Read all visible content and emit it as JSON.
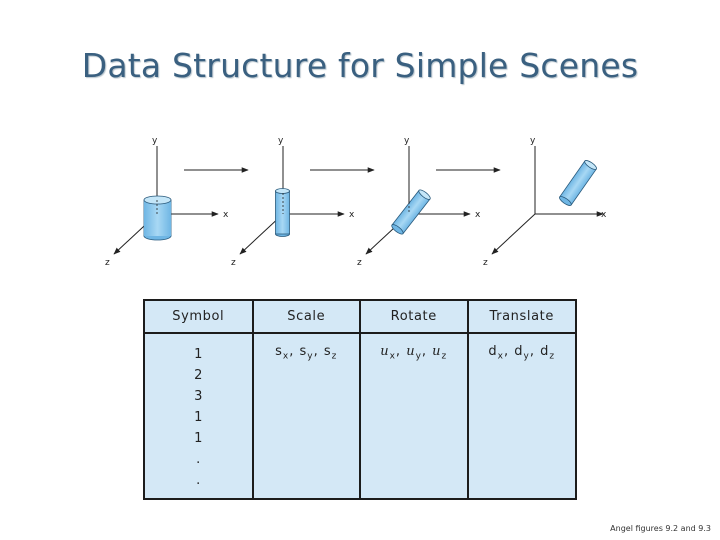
{
  "slide": {
    "title": "Data Structure for Simple Scenes",
    "caption": "Angel figures 9.2 and 9.3"
  },
  "diagram": {
    "axis_labels": {
      "y": "y",
      "x": "x",
      "z": "z"
    },
    "panels": [
      {
        "step": "original cylinder"
      },
      {
        "step": "scaled"
      },
      {
        "step": "rotated"
      },
      {
        "step": "translated"
      }
    ],
    "colors": {
      "cylinder_fill": "#8ec9ee",
      "cylinder_stroke": "#2a5a7c",
      "axis": "#222222"
    }
  },
  "table": {
    "headers": [
      "Symbol",
      "Scale",
      "Rotate",
      "Translate"
    ],
    "symbols": [
      "1",
      "2",
      "3",
      "1",
      "1",
      ".",
      "."
    ],
    "scale": {
      "base": "s",
      "subs": [
        "x",
        "y",
        "z"
      ]
    },
    "rotate": {
      "base": "u",
      "subs": [
        "x",
        "y",
        "z"
      ]
    },
    "translate": {
      "base": "d",
      "subs": [
        "x",
        "y",
        "z"
      ]
    }
  }
}
